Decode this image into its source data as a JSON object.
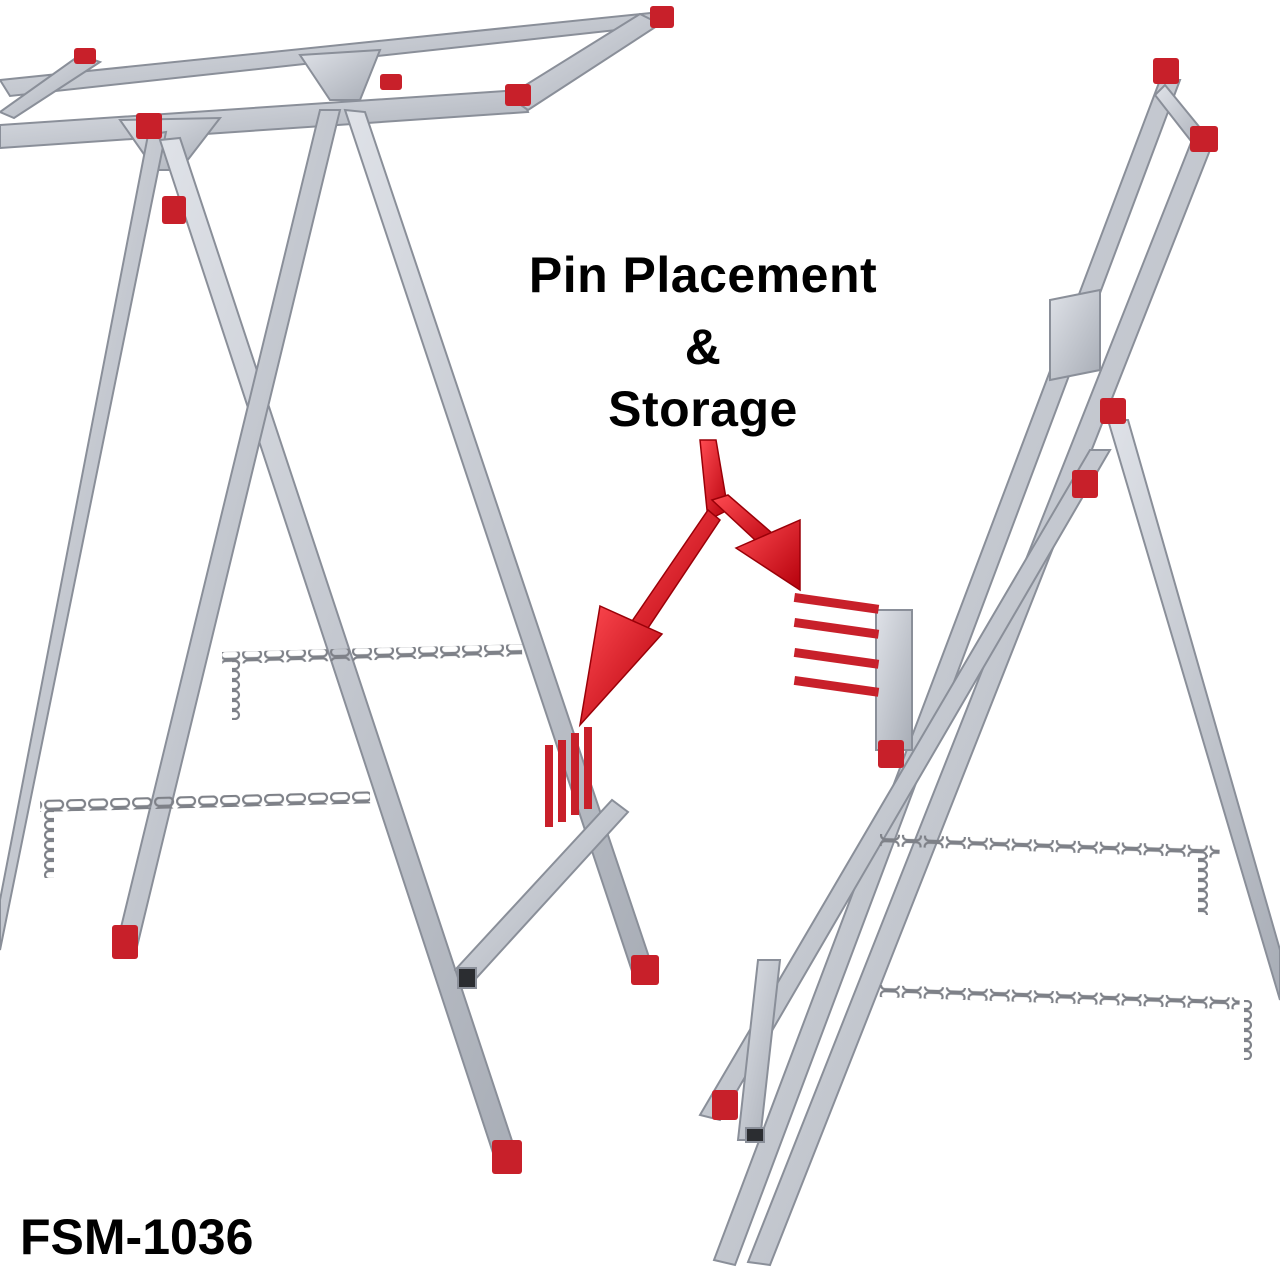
{
  "headline": {
    "line1": "Pin Placement",
    "line2": "&",
    "line3": "Storage"
  },
  "model_label": "FSM-1036",
  "colors": {
    "frame": "#bfc3cc",
    "frame_edge": "#8a8f99",
    "cap": "#c8202a",
    "arrow": "#e0121f",
    "chain": "#7e8188",
    "text": "#000000"
  }
}
